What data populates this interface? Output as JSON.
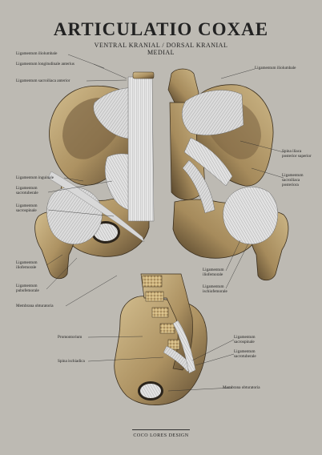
{
  "title": "ARTICULATIO COXAE",
  "subtitle_line1": "VENTRAL KRANIAL  /  DORSAL KRANIAL",
  "subtitle_line2": "MEDIAL",
  "footer": "COCO LORES DESIGN",
  "colors": {
    "background": "#bdbab3",
    "bone": "#b3996b",
    "bone_dark": "#5e4b31",
    "ligament": "#e8e8e8",
    "text": "#222222"
  },
  "labels": {
    "lig_iliolumbale_left": "Ligamentum iliolumbale",
    "lig_long_ant": "Ligamentum longitudinale anterius",
    "lig_sacroiliaca_ant": "Ligamentum sacroiliaca anterior",
    "lig_inguinale": "Ligamentum inguinale",
    "lig_sacrotuberale_left_1": "Ligamentum",
    "lig_sacrotuberale_left_2": "sacrotuberale",
    "lig_sacrospinale_left_1": "Ligamentum",
    "lig_sacrospinale_left_2": "sacrospinale",
    "lig_iliofemorale_left_1": "Ligamentum",
    "lig_iliofemorale_left_2": "iliofemorale",
    "lig_pubofemorale_1": "Ligamentum",
    "lig_pubofemorale_2": "pubofemorale",
    "membrana_left": "Membrana obturatoria",
    "lig_iliolumbale_right": "Ligamentum iliolumbale",
    "spina_iliaca_1": "Spina iliaca",
    "spina_iliaca_2": "posterior superior",
    "lig_sacroiliaca_post_1": "Ligamentum",
    "lig_sacroiliaca_post_2": "sacroiliaca",
    "lig_sacroiliaca_post_3": "posteriora",
    "lig_iliofemorale_right_1": "Ligamentum",
    "lig_iliofemorale_right_2": "iliofemorale",
    "lig_ischiofemorale_1": "Ligamentum",
    "lig_ischiofemorale_2": "ischiofemorale",
    "promontorium": "Promontorium",
    "spina_ischiadica": "Spina ischiadica",
    "lig_sacrospinale_bottom_1": "Ligamentum",
    "lig_sacrospinale_bottom_2": "sacrospinale",
    "lig_sacrotuberale_bottom_1": "Ligamentum",
    "lig_sacrotuberale_bottom_2": "sacrotuberale",
    "membrana_bottom": "Membrana obturatoria"
  }
}
